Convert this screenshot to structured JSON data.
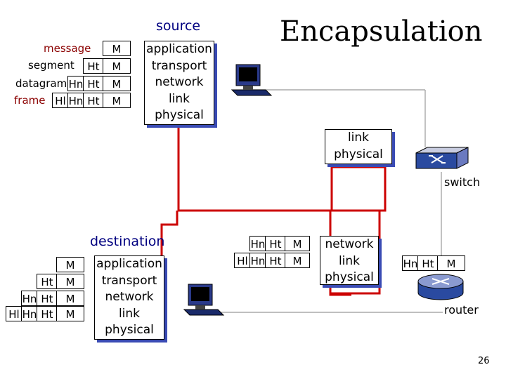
{
  "title": "Encapsulation",
  "source_label": "source",
  "destination_label": "destination",
  "switch_label": "switch",
  "router_label": "router",
  "page_number": "26",
  "source_legend": {
    "message": "message",
    "segment": "segment",
    "datagram": "datagram",
    "frame": "frame"
  },
  "headers": {
    "m": "M",
    "ht": "Ht",
    "hn": "Hn",
    "hl": "Hl"
  },
  "source_stack": [
    "application",
    "transport",
    "network",
    "link",
    "physical"
  ],
  "switch_stack": [
    "link",
    "physical"
  ],
  "router_stack": [
    "network",
    "link",
    "physical"
  ],
  "destination_stack": [
    "application",
    "transport",
    "network",
    "link",
    "physical"
  ],
  "colors": {
    "path": "#cc0000",
    "shadow": "#3a4bb4",
    "legend_red": "#8b0000",
    "legend_blue": "#000080",
    "thin_line": "#999999"
  }
}
